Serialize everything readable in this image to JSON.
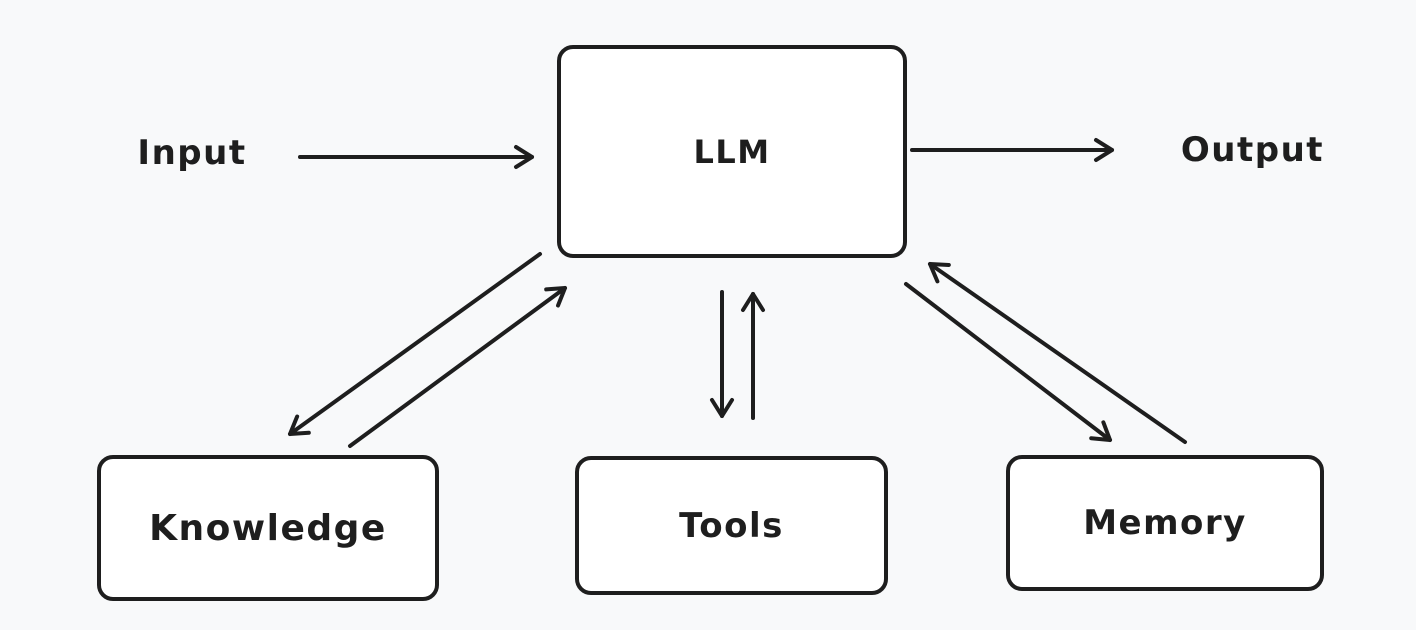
{
  "canvas": {
    "background": "#f8f9fa",
    "stroke_color": "#1e1e1e",
    "style": "hand-drawn diagram"
  },
  "nodes": {
    "llm": {
      "label": "LLM"
    },
    "knowledge": {
      "label": "Knowledge"
    },
    "tools": {
      "label": "Tools"
    },
    "memory": {
      "label": "Memory"
    }
  },
  "labels": {
    "input": "Input",
    "output": "Output"
  },
  "edges": [
    {
      "from": "Input",
      "to": "LLM",
      "direction": "one-way"
    },
    {
      "from": "LLM",
      "to": "Output",
      "direction": "one-way"
    },
    {
      "from": "LLM",
      "to": "Knowledge",
      "direction": "two-way"
    },
    {
      "from": "LLM",
      "to": "Tools",
      "direction": "two-way"
    },
    {
      "from": "LLM",
      "to": "Memory",
      "direction": "two-way"
    }
  ]
}
